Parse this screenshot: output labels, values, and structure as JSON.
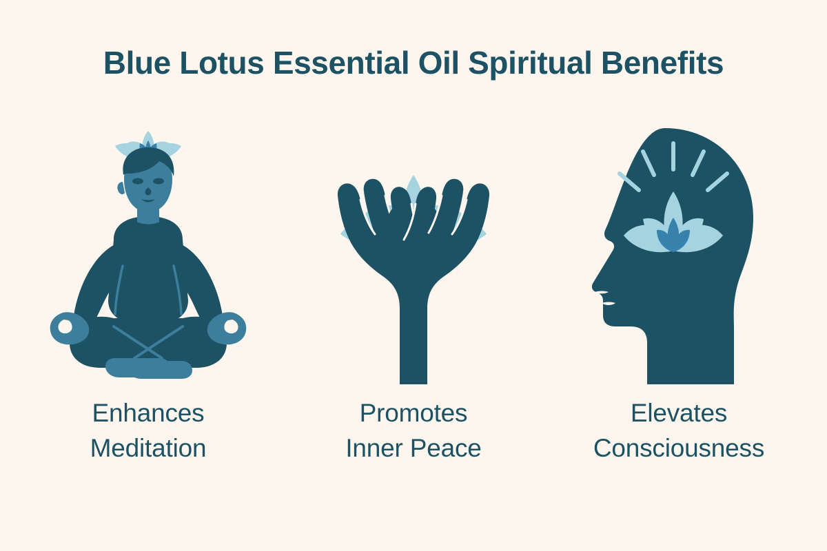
{
  "page": {
    "title": "Blue Lotus Essential Oil Spiritual Benefits",
    "background_color": "#fdf6ee"
  },
  "palette": {
    "background": "#fdf6ee",
    "dark_teal": "#1d5264",
    "mid_blue": "#3782ac",
    "skin_blue": "#3d7e9c",
    "light_blue": "#a5d3e0",
    "text": "#1d5264"
  },
  "benefits": [
    {
      "icon": "meditating-person-with-lotus-icon",
      "label_line1": "Enhances",
      "label_line2": "Meditation"
    },
    {
      "icon": "cupped-hands-holding-lotus-icon",
      "label_line1": "Promotes",
      "label_line2": "Inner Peace"
    },
    {
      "icon": "head-profile-with-lotus-icon",
      "label_line1": "Elevates",
      "label_line2": "Consciousness"
    }
  ]
}
